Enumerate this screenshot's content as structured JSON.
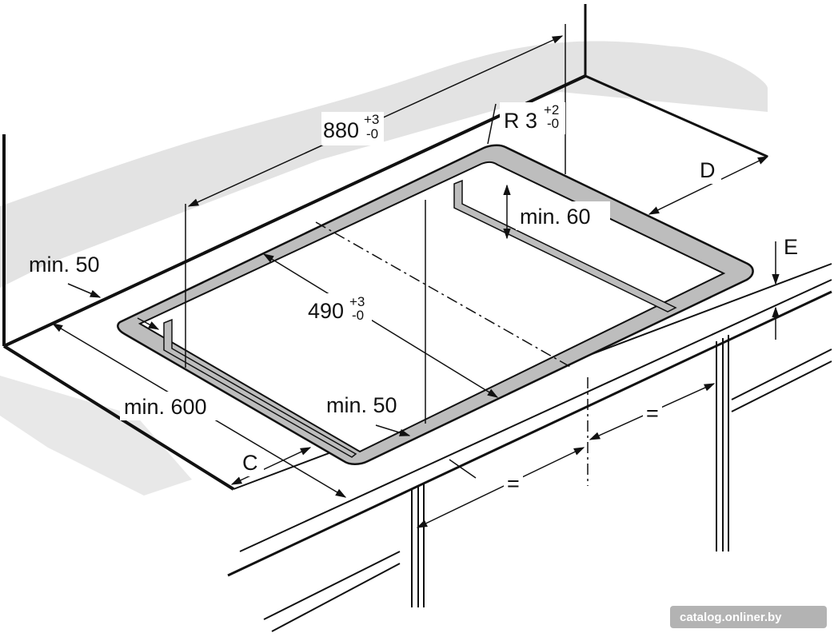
{
  "labels": {
    "width": "880",
    "width_tol_plus": "+3",
    "width_tol_minus": "-0",
    "radius": "R 3",
    "radius_tol_plus": "+2",
    "radius_tol_minus": "-0",
    "depth": "490",
    "depth_tol_plus": "+3",
    "depth_tol_minus": "-0",
    "min_60": "min. 60",
    "min_50_left": "min. 50",
    "min_600": "min. 600",
    "min_50_front": "min. 50",
    "c": "C",
    "d": "D",
    "e": "E",
    "eq_1": "=",
    "eq_2": "="
  },
  "watermark": "catalog.onliner.by"
}
